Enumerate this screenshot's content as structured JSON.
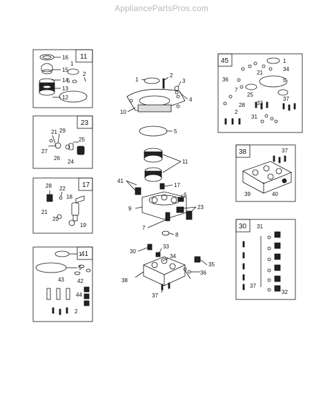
{
  "header": {
    "site": "AppliancePartsPros.com"
  },
  "panels": [
    {
      "id": "panel-11",
      "number": "11",
      "parts": [
        "16",
        "15",
        "14",
        "13",
        "12",
        "1",
        "2",
        "5"
      ]
    },
    {
      "id": "panel-23",
      "number": "23",
      "parts": [
        "21",
        "29",
        "25",
        "27",
        "26",
        "24"
      ]
    },
    {
      "id": "panel-17",
      "number": "17",
      "parts": [
        "28",
        "22",
        "18",
        "21",
        "20",
        "19"
      ]
    },
    {
      "id": "panel-41",
      "number": "41",
      "parts": [
        "1",
        "5",
        "43",
        "42",
        "44",
        "2"
      ]
    },
    {
      "id": "panel-45",
      "number": "45",
      "parts": [
        "1",
        "21",
        "34",
        "36",
        "5",
        "25",
        "7",
        "37",
        "28",
        "33",
        "2",
        "31"
      ]
    },
    {
      "id": "panel-38",
      "number": "38",
      "parts": [
        "37",
        "39",
        "40"
      ]
    },
    {
      "id": "panel-30",
      "number": "30",
      "parts": [
        "31",
        "37",
        "32"
      ]
    }
  ],
  "main_labels": [
    "1",
    "2",
    "3",
    "4",
    "10",
    "5",
    "11",
    "41",
    "17",
    "6",
    "9",
    "23",
    "7",
    "8",
    "30",
    "33",
    "34",
    "35",
    "36",
    "38",
    "37"
  ]
}
